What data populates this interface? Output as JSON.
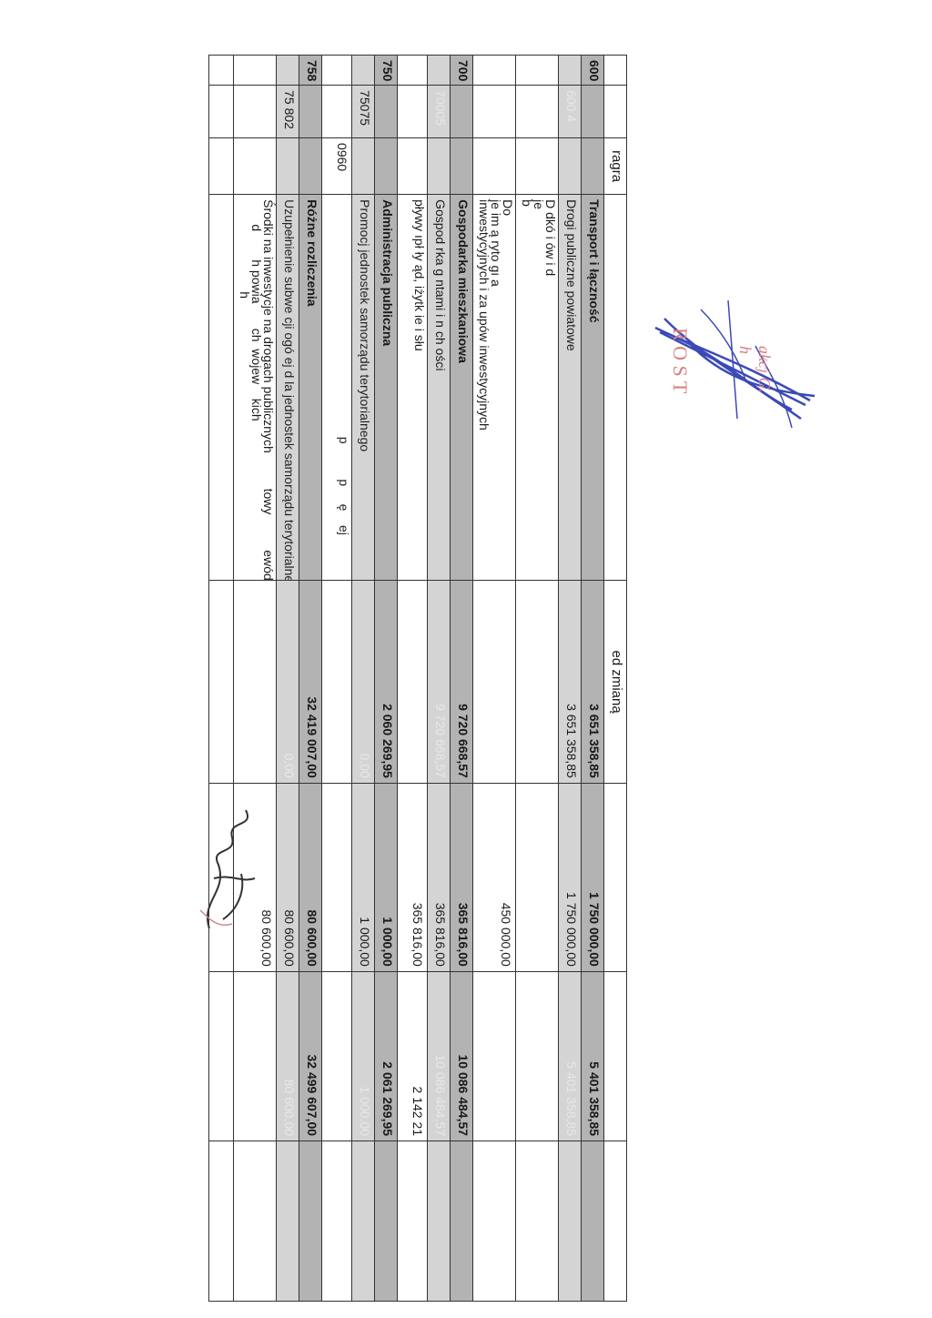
{
  "header": {
    "col_paragraph": "ragra",
    "col_before": "ed zmianą"
  },
  "rows": [
    {
      "dzial": "600",
      "rozdzial": "",
      "paragraf": "",
      "name": "Transport i łączność",
      "before": "3 651 358,85",
      "change": "1 750 000,00",
      "after": "5 401 358,85"
    },
    {
      "dzial": "",
      "rozdzial": "600 4",
      "paragraf": "",
      "name": "Drogi publiczne powiatowe",
      "before": "3 651 358,85",
      "change": "1 750 000,00",
      "after": "5 401 358,85"
    },
    {
      "dzial": "",
      "rozdzial": "",
      "paragraf": "",
      "name": "D          dkó          i  ów i  d\nje\nb",
      "before": "",
      "change": "",
      "after": ""
    },
    {
      "dzial": "",
      "rozdzial": "",
      "paragraf": "",
      "name": "Do\nje          im          ą          ryto        gı     a\ninwestycyjnych i za  upów inwestycyjnych",
      "before": "",
      "change": "450 000,00",
      "after": ""
    },
    {
      "dzial": "700",
      "rozdzial": "",
      "paragraf": "",
      "name": "Gospodarka mieszkaniowa",
      "before": "9 720 668,57",
      "change": "365 816,00",
      "after": "10 086 484,57"
    },
    {
      "dzial": "",
      "rozdzial": "70005",
      "paragraf": "",
      "name": "Gospod  rka g  ntami i n          ch          ości",
      "before": "9 720 668,57",
      "change": "365 816,00",
      "after": "10 086 484,57"
    },
    {
      "dzial": "",
      "rozdzial": "",
      "paragraf": "",
      "name": "pływy    ıpł         ły         ąd,  iżytk           ie i słu",
      "before": "",
      "change": "365 816,00",
      "after": "2 142 21"
    },
    {
      "dzial": "750",
      "rozdzial": "",
      "paragraf": "",
      "name": "Administracja publiczna",
      "before": "2 060 269,95",
      "change": "1 000,00",
      "after": "2 061 269,95"
    },
    {
      "dzial": "",
      "rozdzial": "75075",
      "paragraf": "",
      "name": "Promocj  jednostek samorządu terytorialnego",
      "before": "0,00",
      "change": "1 000,00",
      "after": "1 000,00"
    },
    {
      "dzial": "",
      "rozdzial": "",
      "paragraf": "0960",
      "name": "                                                                   p          p     ę    ej",
      "before": "",
      "change": "",
      "after": ""
    },
    {
      "dzial": "758",
      "rozdzial": "",
      "paragraf": "",
      "name": "Różne rozliczenia",
      "before": "32 419 007,00",
      "change": "80 600,00",
      "after": "32 499 607,00"
    },
    {
      "dzial": "",
      "rozdzial": "75 802",
      "paragraf": "",
      "name": "Uzupełnienie subwe  cji ogó   ej d  la jednostek samorządu terytorialnego",
      "before": "0,00",
      "change": "80 600,00",
      "after": "80 600,00"
    },
    {
      "dzial": "",
      "rozdzial": "",
      "paragraf": "",
      "name": "Środki na inwestycje na drogach publicznych          towy          ewódz  ch\n       d        h powia       ch  wojew    kich\n                          h",
      "before": "",
      "change": "80 600,00",
      "after": ""
    }
  ],
  "stamp": {
    "text": "R O S T",
    "subtext": "akcj  G. h"
  }
}
